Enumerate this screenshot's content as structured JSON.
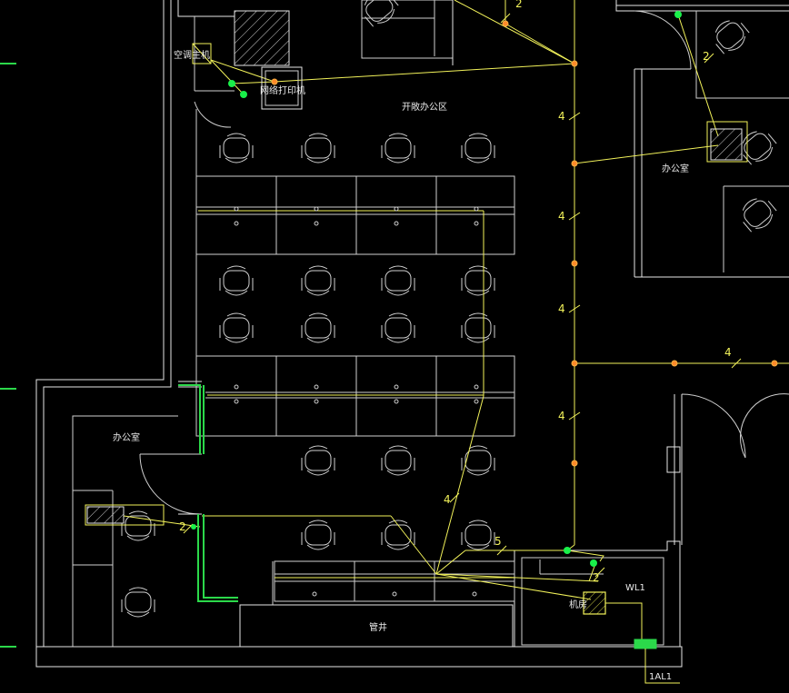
{
  "labels": {
    "open_office": "开敞办公区",
    "office_right": "办公室",
    "office_left": "办公室",
    "ac_unit": "空调主机",
    "printer": "网络打印机",
    "pipe_shaft": "管井",
    "machine_room": "机房",
    "wl1": "WL1",
    "panel_1al1": "1AL1"
  },
  "wire_counts": {
    "top_right_a": "2",
    "top_right_b": "2",
    "vertical_1": "4",
    "vertical_2": "4",
    "vertical_3": "4",
    "horizontal_right": "4",
    "vertical_4": "4",
    "diagonal": "4",
    "bottom_run": "5",
    "machine_room_drop": "2",
    "left_office": "2"
  },
  "colors": {
    "background": "#000000",
    "walls": "#e6e6e6",
    "cable": "#f2f25a",
    "junction": "#ff8a2a",
    "device_dot": "#19f04a",
    "duct": "#2bd94a"
  }
}
